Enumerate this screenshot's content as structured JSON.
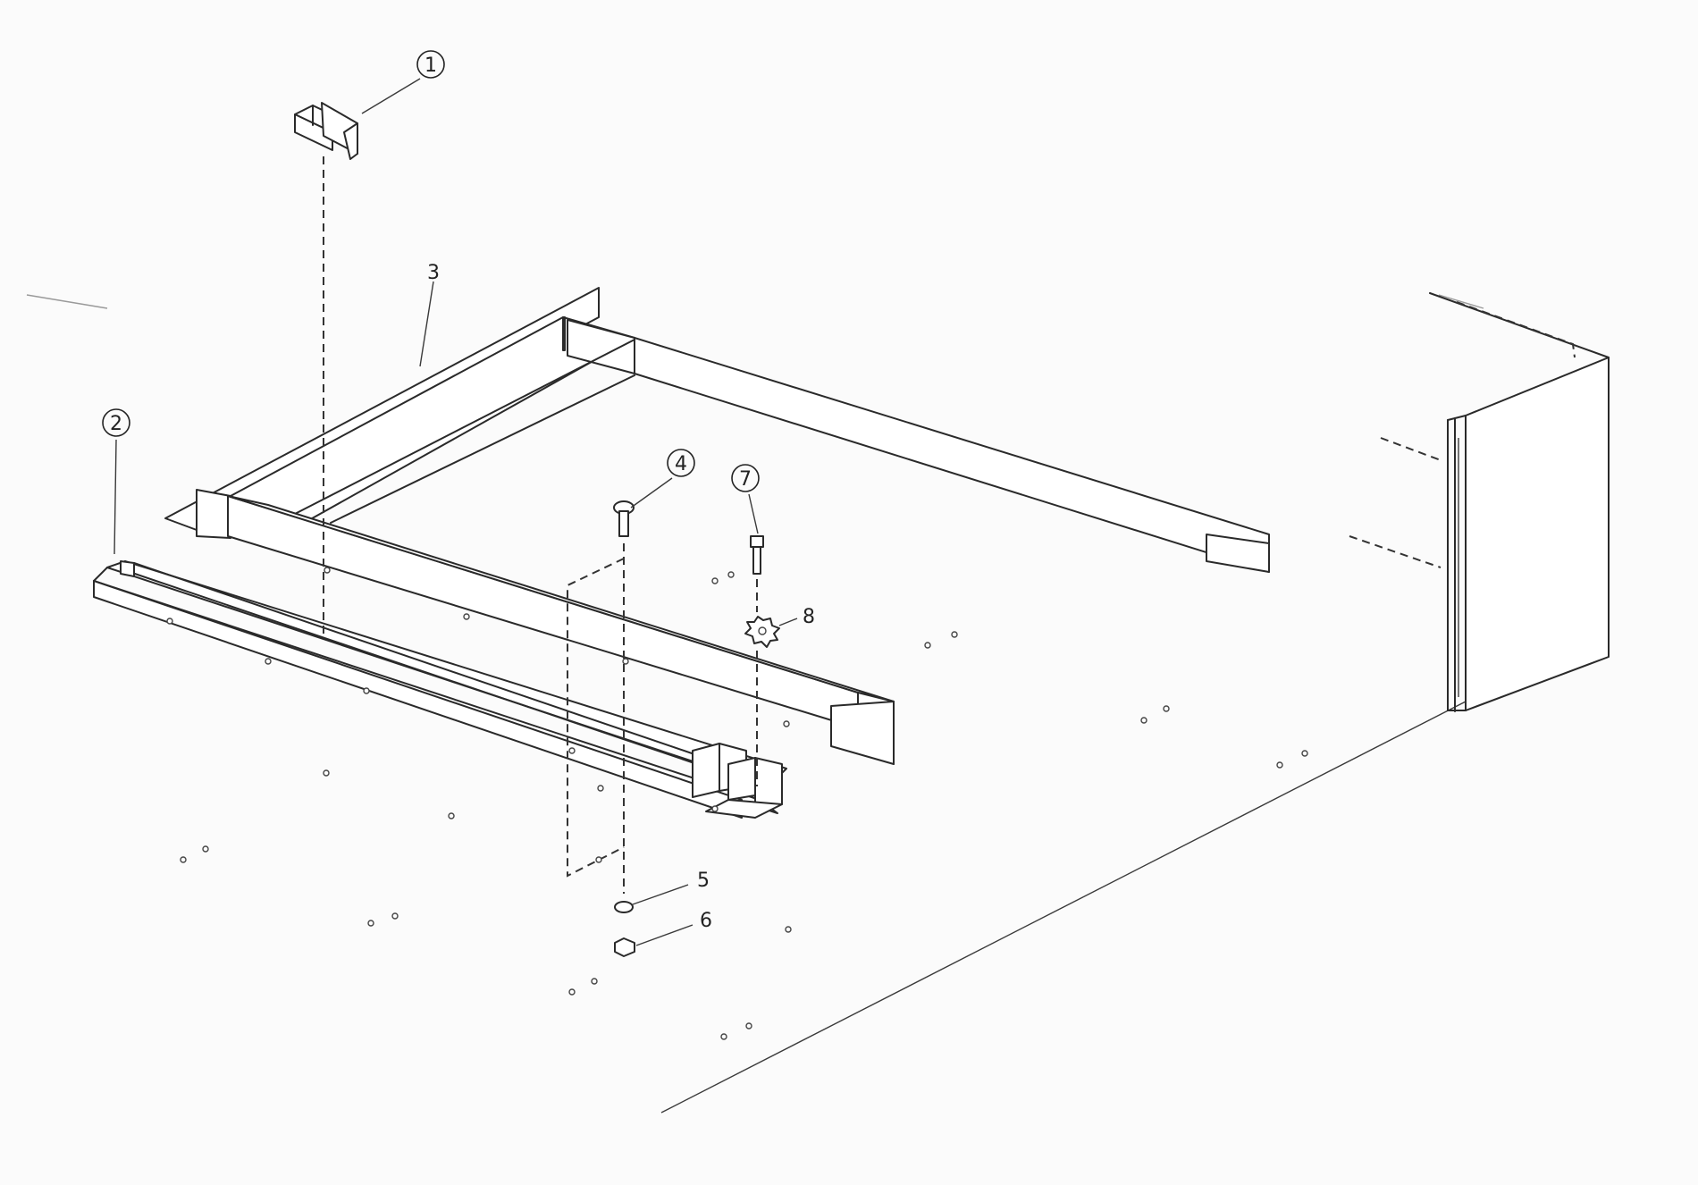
{
  "diagram": {
    "callouts": [
      {
        "id": "1",
        "label": "1",
        "circled": true
      },
      {
        "id": "2",
        "label": "2",
        "circled": true
      },
      {
        "id": "3",
        "label": "3",
        "circled": false
      },
      {
        "id": "4",
        "label": "4",
        "circled": true
      },
      {
        "id": "5",
        "label": "5",
        "circled": false
      },
      {
        "id": "6",
        "label": "6",
        "circled": false
      },
      {
        "id": "7",
        "label": "7",
        "circled": true
      },
      {
        "id": "8",
        "label": "8",
        "circled": false
      }
    ]
  },
  "colors": {
    "line": "#2a2a2a",
    "background": "#fbfbfb"
  }
}
